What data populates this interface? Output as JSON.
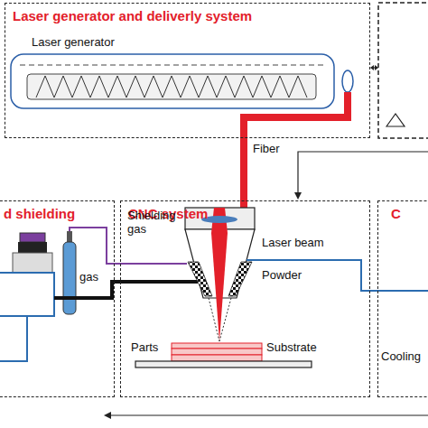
{
  "diagram": {
    "nodes": [
      {
        "text": [
          "Laser generator and deliverly system"
        ]
      },
      {
        "text": [
          "d shielding"
        ]
      },
      {
        "text": [
          "CNC system"
        ]
      },
      {
        "text": [
          "C"
        ]
      }
    ],
    "labels": [
      "Laser generator",
      "Fiber",
      "Shielding gas",
      "Laser beam",
      "Powder",
      "Parts",
      "Substrate",
      "gas",
      "Cooling"
    ]
  }
}
